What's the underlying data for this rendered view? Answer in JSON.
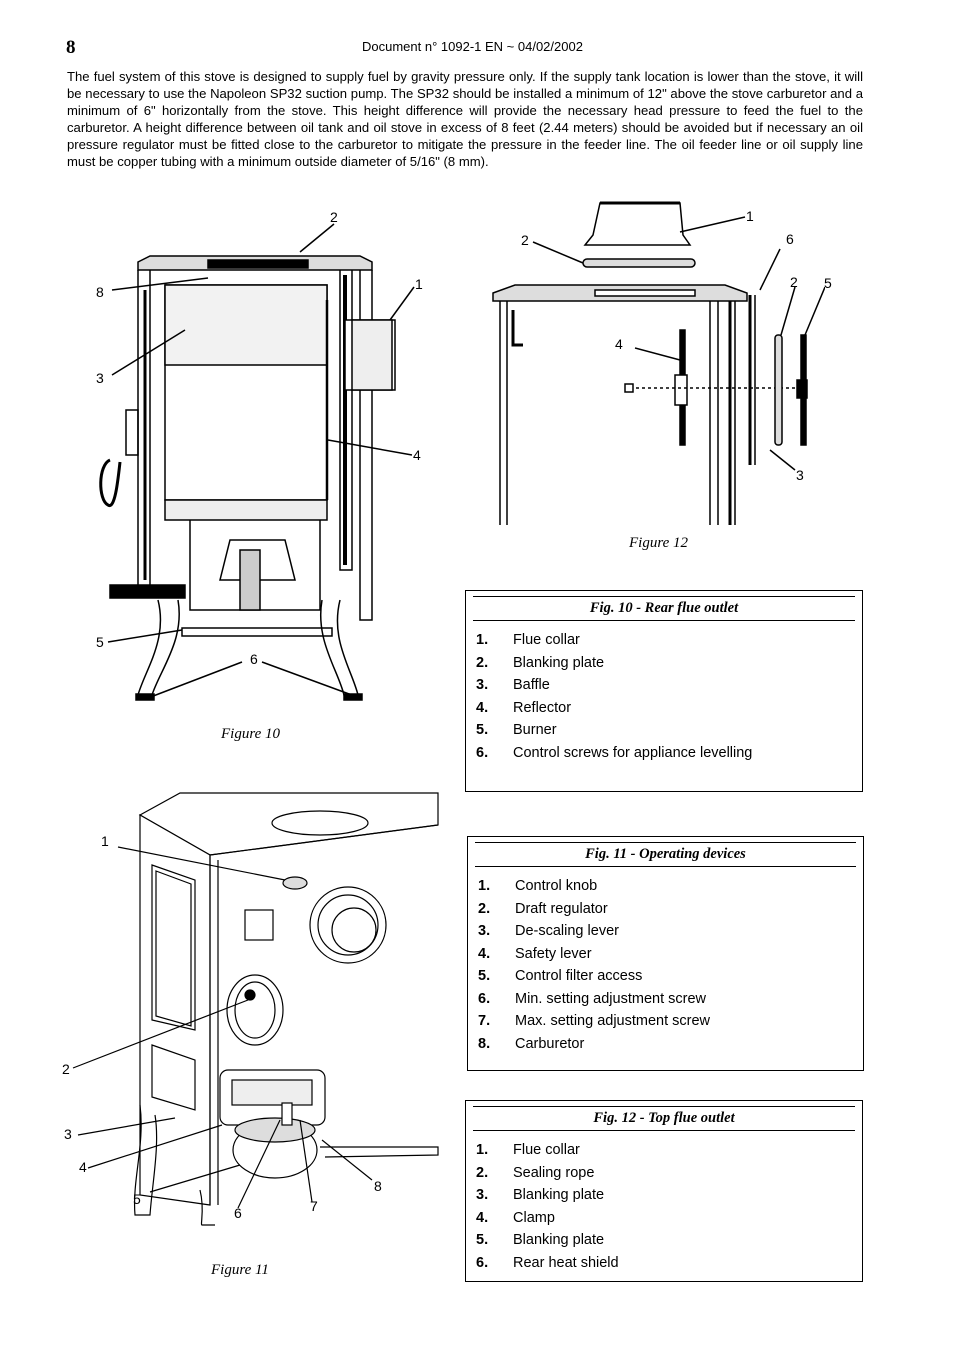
{
  "page": {
    "number": "8",
    "doc_ref": "Document n° 1092-1 EN ~ 04/02/2002",
    "intro": "The fuel system of this stove is designed to supply fuel by gravity pressure only. If the supply tank location is lower than the stove, it will be necessary to use the Napoleon SP32 suction pump. The SP32 should be installed a minimum of 12\" above the stove carburetor and a minimum of 6\" horizontally from the stove. This height difference will provide the necessary head pressure to feed the fuel to the carburetor. A height difference between oil tank and oil stove in excess of 8 feet (2.44 meters) should be avoided but if necessary an oil pressure regulator must be fitted close to the carburetor to mitigate the pressure in the feeder line. The oil feeder line or oil supply line must be copper tubing with a minimum outside diameter of 5/16\" (8 mm)."
  },
  "figures": {
    "fig10": {
      "caption": "Figure 10",
      "callouts": [
        "2",
        "8",
        "1",
        "3",
        "4",
        "5",
        "6"
      ]
    },
    "fig12": {
      "caption": "Figure 12",
      "callouts": [
        "1",
        "2",
        "6",
        "2",
        "5",
        "4",
        "3"
      ]
    },
    "fig11": {
      "caption": "Figure 11",
      "callouts": [
        "1",
        "2",
        "3",
        "4",
        "5",
        "6",
        "7",
        "8"
      ]
    }
  },
  "legends": {
    "fig10": {
      "title": "Fig. 10  - Rear flue outlet",
      "items": [
        {
          "num": "1.",
          "label": "Flue collar"
        },
        {
          "num": "2.",
          "label": "Blanking plate"
        },
        {
          "num": "3.",
          "label": "Baffle"
        },
        {
          "num": "4.",
          "label": "Reflector"
        },
        {
          "num": "5.",
          "label": "Burner"
        },
        {
          "num": "6.",
          "label": "Control screws for appliance levelling"
        }
      ]
    },
    "fig11": {
      "title": "Fig. 11 - Operating devices",
      "items": [
        {
          "num": "1.",
          "label": "Control knob"
        },
        {
          "num": "2.",
          "label": "Draft regulator"
        },
        {
          "num": "3.",
          "label": "De-scaling lever"
        },
        {
          "num": "4.",
          "label": "Safety lever"
        },
        {
          "num": "5.",
          "label": "Control filter access"
        },
        {
          "num": "6.",
          "label": "Min. setting adjustment screw"
        },
        {
          "num": "7.",
          "label": "Max. setting adjustment screw"
        },
        {
          "num": "8.",
          "label": "Carburetor"
        }
      ]
    },
    "fig12": {
      "title": "Fig. 12 - Top flue outlet",
      "items": [
        {
          "num": "1.",
          "label": "Flue collar"
        },
        {
          "num": "2.",
          "label": "Sealing rope"
        },
        {
          "num": "3.",
          "label": "Blanking plate"
        },
        {
          "num": "4.",
          "label": "Clamp"
        },
        {
          "num": "5.",
          "label": "Blanking plate"
        },
        {
          "num": "6.",
          "label": "Rear heat shield"
        }
      ]
    }
  }
}
